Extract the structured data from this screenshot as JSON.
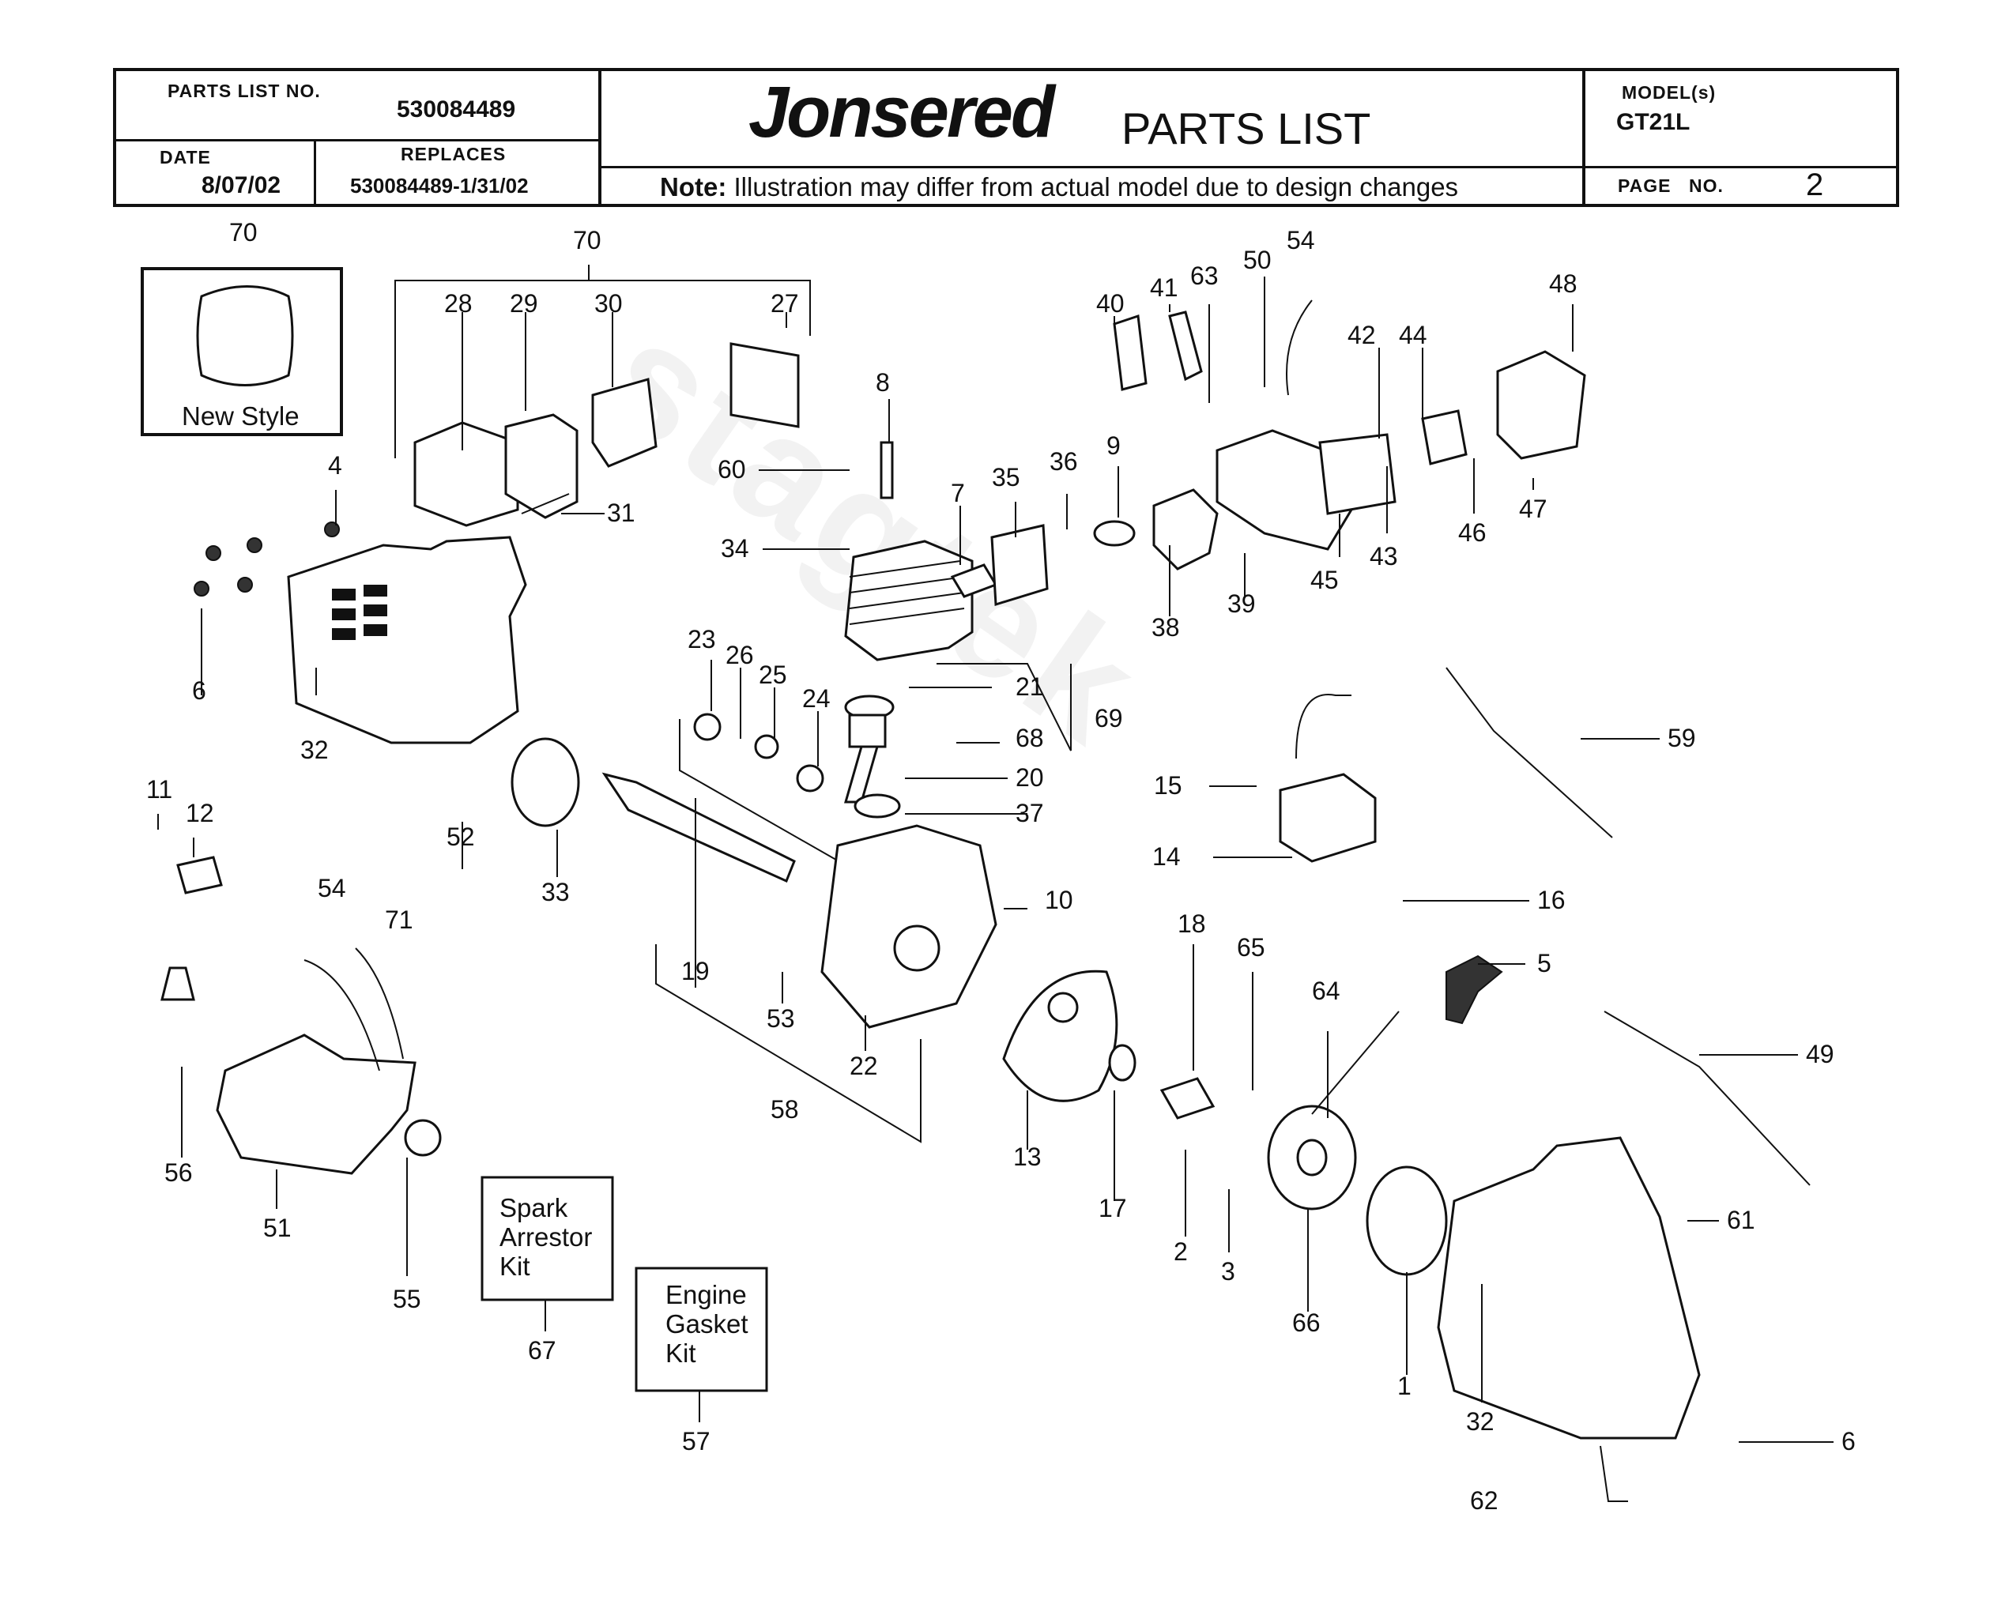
{
  "header": {
    "parts_list_no_label": "PARTS LIST NO.",
    "parts_list_no": "530084489",
    "date_label": "DATE",
    "date": "8/07/02",
    "replaces_label": "REPLACES",
    "replaces": "530084489-1/31/02",
    "brand": "Jonsered",
    "title": "PARTS LIST",
    "note_label": "Note:",
    "note": "Illustration may differ from actual model due to design changes",
    "model_label": "MODEL(s)",
    "model": "GT21L",
    "page_label": "PAGE",
    "page_no_label": "NO.",
    "page_no": "2"
  },
  "kits": {
    "new_style_label": "New Style",
    "spark_arrestor": [
      "Spark",
      "Arrestor",
      "Kit"
    ],
    "engine_gasket": [
      "Engine",
      "Gasket",
      "Kit"
    ]
  },
  "callouts": [
    "70",
    "70",
    "28",
    "29",
    "30",
    "27",
    "8",
    "60",
    "34",
    "4",
    "6",
    "32",
    "31",
    "7",
    "35",
    "36",
    "9",
    "38",
    "39",
    "40",
    "41",
    "63",
    "50",
    "54",
    "42",
    "44",
    "48",
    "47",
    "46",
    "43",
    "45",
    "23",
    "26",
    "25",
    "24",
    "21",
    "69",
    "68",
    "20",
    "37",
    "52",
    "33",
    "11",
    "12",
    "54",
    "71",
    "19",
    "53",
    "22",
    "58",
    "10",
    "56",
    "51",
    "55",
    "67",
    "57",
    "13",
    "17",
    "18",
    "65",
    "64",
    "2",
    "3",
    "66",
    "15",
    "14",
    "16",
    "59",
    "5",
    "49",
    "1",
    "32",
    "61",
    "6",
    "62"
  ],
  "watermark": "stagtek"
}
